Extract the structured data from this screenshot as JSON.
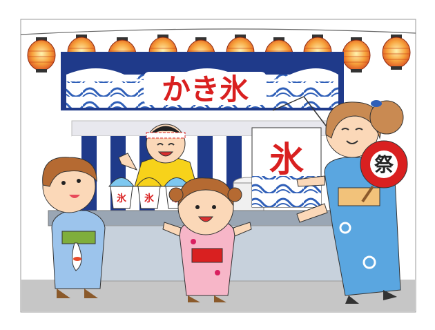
{
  "scene": {
    "banner_text": "かき氷",
    "flag_text": "氷",
    "cup_label": "氷",
    "fan_text": "祭"
  },
  "colors": {
    "navy": "#1f3a8a",
    "red": "#d92020",
    "lantern_orange": "#f5923e",
    "wave_blue": "#3a6fc7",
    "skin": "#fbd8b8",
    "hair_brown": "#b56a32",
    "yukata_blue": "#5aa6e0",
    "yukata_pink": "#f7b6c8",
    "ground": "#c6c6c6"
  },
  "icons": [
    "lantern-icon",
    "wave-pattern",
    "shaved-ice-cup-icon",
    "uchiwa-fan-icon",
    "goldfish-bag-icon",
    "flower-pattern"
  ]
}
